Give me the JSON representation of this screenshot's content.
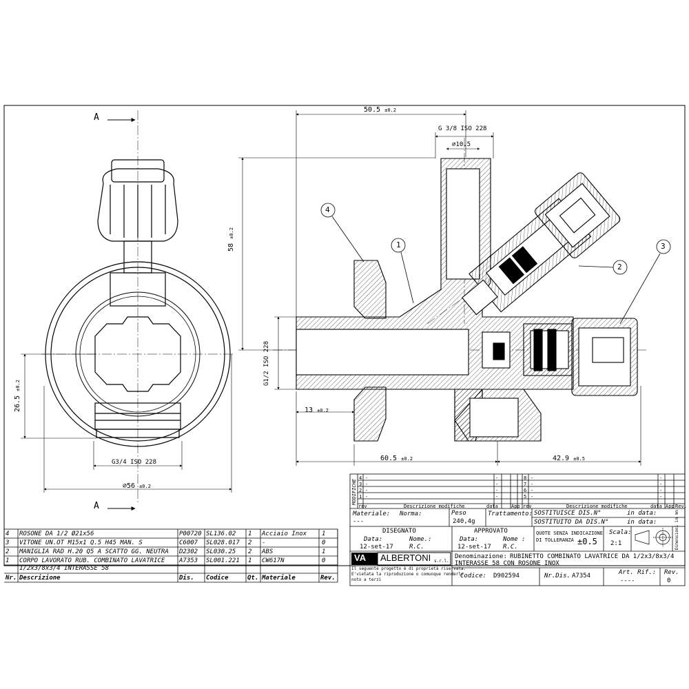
{
  "section_labels": {
    "a_top": "A",
    "a_bottom": "A"
  },
  "balloons": [
    "1",
    "2",
    "3",
    "4"
  ],
  "dimensions": {
    "overall_width": "50.5",
    "overall_width_tol": "±0.2",
    "top_thread": "G 3/8 ISO 228",
    "top_bore": "⌀10.5",
    "height": "58",
    "height_tol": "±0.2",
    "left_thread": "G1/2 ISO 228",
    "left_shoulder": "13",
    "left_shoulder_tol": "±0.2",
    "bottom_left": "60.5",
    "bottom_left_tol": "±0.2",
    "bottom_right": "42.9",
    "bottom_right_tol": "±0.5",
    "front_height": "26.5",
    "front_height_tol": "±0.2",
    "front_thread": "G3/4 ISO 228",
    "rosette_diameter": "⌀56",
    "rosette_diameter_tol": "±0.2"
  },
  "parts_list": {
    "headers": {
      "nr": "Nr.",
      "desc": "Descrizione",
      "dis": "Dis.",
      "code": "Codice",
      "qt": "Qt.",
      "mat": "Materiale",
      "rev": "Rev."
    },
    "rows": [
      {
        "nr": "4",
        "desc": "ROSONE DA 1/2  Ø21x56",
        "desc2": "",
        "dis": "P00720",
        "code": "SL136.02",
        "qt": "1",
        "mat": "Acciaio Inox",
        "rev": "1"
      },
      {
        "nr": "3",
        "desc": "VITONE UN.OT M15x1 Q.5 H45 MAN. S",
        "desc2": "",
        "dis": "C6007",
        "code": "SL028.017",
        "qt": "2",
        "mat": "-",
        "rev": "0"
      },
      {
        "nr": "2",
        "desc": "MANIGLIA RAD H.20 Q5 A SCATTO GG. NEUTRA",
        "desc2": "",
        "dis": "D2302",
        "code": "SL030.25",
        "qt": "2",
        "mat": "ABS",
        "rev": "1"
      },
      {
        "nr": "1",
        "desc": "CORPO LAVORATO RUB. COMBINATO LAVATRICE",
        "desc2": "1/2x3/8x3/4 INTERASSE 58",
        "dis": "A7353",
        "code": "SL001.221",
        "qt": "1",
        "mat": "CW617N",
        "rev": "0"
      }
    ]
  },
  "modifiche": {
    "label": "MODIFICHE",
    "left_revs": [
      "4",
      "3",
      "2",
      "1"
    ],
    "right_revs": [
      "8",
      "7",
      "6",
      "5"
    ],
    "dash": "-",
    "header_rev": "rev",
    "header_desc": "Descrizione modifiche",
    "header_data": "data",
    "header_app": "App",
    "header_rev2": "Rev."
  },
  "title_block": {
    "materiale_label": "Materiale:",
    "materiale_value": "---",
    "norma_label": "Norma:",
    "peso_label": "Peso",
    "peso_value": "240,4g",
    "trattamento_label": "Trattamento:",
    "sostituisce_label": "SOSTITUISCE DIS.N°",
    "sostituito_label": "SOSTITUITO DA DIS.N°",
    "in_data_label": "in data:",
    "disegnato_label": "DISEGNATO",
    "approvato_label": "APPROVATO",
    "data_label": "Data:",
    "nome_label": "Nome.:",
    "nome_label2": "Nome :",
    "dis_data": "12-set-17",
    "dis_nome": "R.C.",
    "app_data": "12-set-17",
    "app_nome": "R.C.",
    "quote_label1": "QUOTE SENZA INDICAZIONE",
    "quote_label2": "DI TOLLERANZA",
    "quote_value": "±0.5",
    "scala_label": "Scala:",
    "scala_value": "2:1",
    "dimensioni_label": "Dimensioni in mm",
    "logo_va": "VA",
    "logo_name": "ALBERTONI",
    "logo_srl": "s.r.l.",
    "legal1": "Il seguente progetto è di proprietà riservata.",
    "legal2": "E'vietata la riproduzione o comunque renderlo",
    "legal3": "noto a terzi",
    "denominazione_label": "Denominazione:",
    "denominazione_value": "RUBINETTO COMBINATO LAVATRICE DA 1/2x3/8x3/4",
    "denominazione_value2": "INTERASSE 58 CON ROSONE INOX",
    "codice_label": "Codice:",
    "codice_value": "D902594",
    "nrdis_label": "Nr.Dis.",
    "nrdis_value": "A7354",
    "artrif_label": "Art. Rif.:",
    "artrif_value": "----",
    "rev_label": "Rev.",
    "rev_value": "0"
  }
}
